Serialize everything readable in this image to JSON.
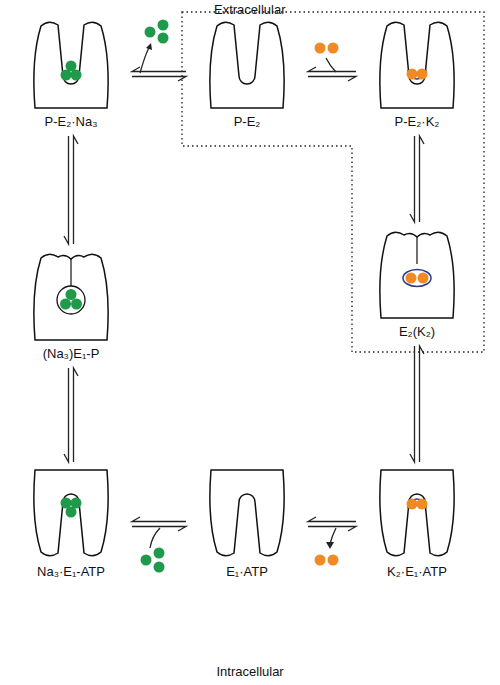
{
  "diagram": {
    "nodes": [
      {
        "text": [
          "P-E₂·Na₃"
        ]
      },
      {
        "text": [
          "P-E₂"
        ]
      },
      {
        "text": [
          "P-E₂·K₂"
        ]
      },
      {
        "text": [
          "(Na₃)E₁-P"
        ]
      },
      {
        "text": [
          "E₂(K₂)"
        ]
      },
      {
        "text": [
          "Na₃·E₁-ATP"
        ]
      },
      {
        "text": [
          "E₁·ATP"
        ]
      },
      {
        "text": [
          "K₂·E₁·ATP"
        ]
      }
    ],
    "edges": [
      {
        "from": 0,
        "to": 1,
        "arrow": "both"
      },
      {
        "from": 1,
        "to": 2,
        "arrow": "both"
      },
      {
        "from": 2,
        "to": 4,
        "arrow": "both"
      },
      {
        "from": 4,
        "to": 7,
        "arrow": "both"
      },
      {
        "from": 7,
        "to": 6,
        "arrow": "both"
      },
      {
        "from": 6,
        "to": 5,
        "arrow": "both"
      },
      {
        "from": 5,
        "to": 3,
        "arrow": "both"
      },
      {
        "from": 3,
        "to": 0,
        "arrow": "both"
      }
    ],
    "labels": [
      "Extracellular",
      "Intracellular"
    ]
  }
}
